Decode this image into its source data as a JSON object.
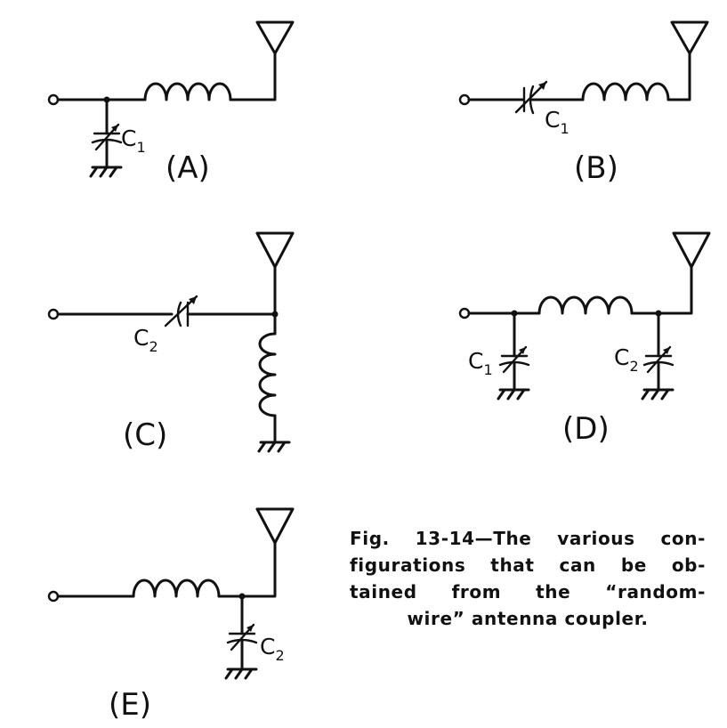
{
  "panels": [
    {
      "id": "A",
      "label": "(A)",
      "caps": [
        {
          "letter": "C",
          "sub": "1"
        }
      ]
    },
    {
      "id": "B",
      "label": "(B)",
      "caps": [
        {
          "letter": "C",
          "sub": "1"
        }
      ]
    },
    {
      "id": "C",
      "label": "(C)",
      "caps": [
        {
          "letter": "C",
          "sub": "2"
        }
      ]
    },
    {
      "id": "D",
      "label": "(D)",
      "caps": [
        {
          "letter": "C",
          "sub": "1"
        },
        {
          "letter": "C",
          "sub": "2"
        }
      ]
    },
    {
      "id": "E",
      "label": "(E)",
      "caps": [
        {
          "letter": "C",
          "sub": "2"
        }
      ]
    }
  ],
  "caption": {
    "lines": [
      "Fig. 13-14—The various con-",
      "figurations that can be ob-",
      "tained from the “random-",
      "wire” antenna coupler."
    ]
  },
  "icons": [
    "antenna-icon",
    "inductor-icon",
    "variable-capacitor-icon",
    "ground-icon",
    "input-terminal-icon"
  ]
}
